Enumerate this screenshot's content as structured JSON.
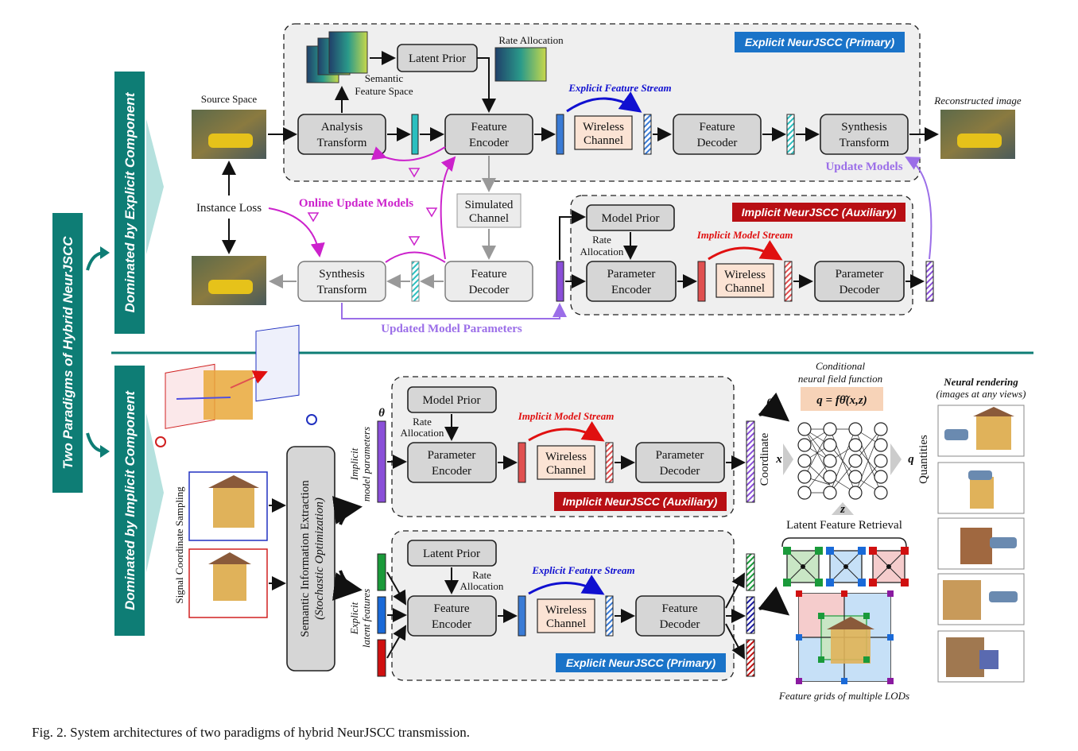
{
  "side_labels": {
    "main": "Two Paradigms of Hybrid NeurJSCC",
    "explicit_dominated": "Dominated by Explicit Component",
    "implicit_dominated": "Dominated by Implicit Component"
  },
  "top": {
    "source_space": "Source Space",
    "reconstructed": "Reconstructed image",
    "instance_loss": "Instance Loss",
    "analysis_transform": [
      "Analysis",
      "Transform"
    ],
    "latent_prior": "Latent Prior",
    "semantic_feature_space": [
      "Semantic",
      "Feature Space"
    ],
    "rate_allocation": "Rate Allocation",
    "feature_encoder": [
      "Feature",
      "Encoder"
    ],
    "explicit_feature_stream": "Explicit Feature Stream",
    "wireless_channel": [
      "Wireless",
      "Channel"
    ],
    "feature_decoder": [
      "Feature",
      "Decoder"
    ],
    "synthesis_transform": [
      "Synthesis",
      "Transform"
    ],
    "explicit_primary": "Explicit NeurJSCC (Primary)",
    "update_models": "Update Models",
    "online_update_models": "Online Update Models",
    "simulated_channel": [
      "Simulated",
      "Channel"
    ],
    "model_prior": "Model Prior",
    "rate_allocation_2": [
      "Rate",
      "Allocation"
    ],
    "parameter_encoder": [
      "Parameter",
      "Encoder"
    ],
    "implicit_model_stream": "Implicit Model Stream",
    "parameter_decoder": [
      "Parameter",
      "Decoder"
    ],
    "implicit_auxiliary": "Implicit NeurJSCC (Auxiliary)",
    "updated_model_parameters": "Updated Model Parameters"
  },
  "bottom": {
    "signal_sampling": "Signal Coordinate Sampling",
    "sie": [
      "Semantic Information Extraction",
      "(Stochastic Optimization)"
    ],
    "implicit_params": [
      "Implicit",
      "model parameters"
    ],
    "explicit_latent": [
      "Explicit",
      "latent features"
    ],
    "theta": "θ",
    "model_prior": "Model Prior",
    "rate_allocation": [
      "Rate",
      "Allocation"
    ],
    "parameter_encoder": [
      "Parameter",
      "Encoder"
    ],
    "implicit_model_stream": "Implicit Model Stream",
    "wireless_channel": [
      "Wireless",
      "Channel"
    ],
    "parameter_decoder": [
      "Parameter",
      "Decoder"
    ],
    "implicit_auxiliary": "Implicit NeurJSCC (Auxiliary)",
    "latent_prior": "Latent Prior",
    "feature_encoder": [
      "Feature",
      "Encoder"
    ],
    "explicit_feature_stream": "Explicit Feature Stream",
    "feature_decoder": [
      "Feature",
      "Decoder"
    ],
    "explicit_primary": "Explicit NeurJSCC (Primary)",
    "conditional_nf": [
      "Conditional",
      "neural field function"
    ],
    "formula": "q = fθ̂(x,z)",
    "theta_hat": "θ̂",
    "coordinate": "Coordinate",
    "x": "x",
    "z": "z",
    "q": "q",
    "quantities": "Quantities",
    "latent_retrieval": "Latent Feature Retrieval",
    "feature_grids": "Feature grids of multiple LODs",
    "neural_rendering": "Neural rendering",
    "any_views": "(images at any views)"
  },
  "colors": {
    "teal": "#0e7d75",
    "blue_label": "#1a73c8",
    "red_label": "#b80f14",
    "magenta": "#cc22cc",
    "purple": "#9b6ee8",
    "stream_blue": "#1010d0",
    "stream_red": "#e01010"
  },
  "caption": "Fig. 2.  System architectures of two paradigms of hybrid NeurJSCC transmission."
}
